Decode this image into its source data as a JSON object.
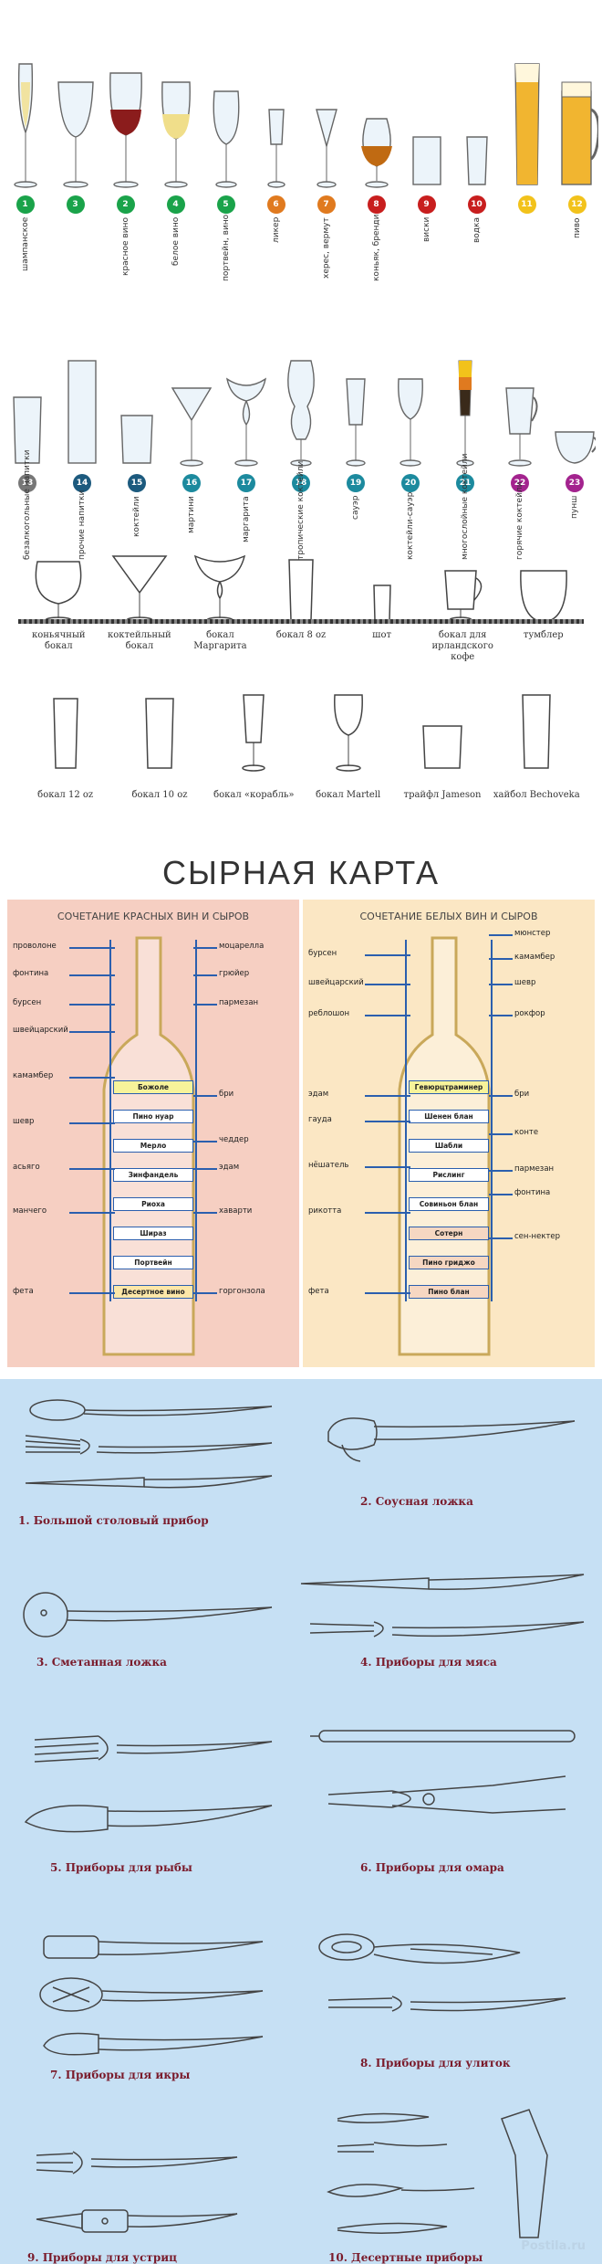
{
  "glasses_row1": [
    {
      "n": "1",
      "label": "шампанское",
      "color": "#1aa34a",
      "shape": "flute"
    },
    {
      "n": "3",
      "label": "",
      "color": "#1aa34a",
      "shape": "bowl-wide"
    },
    {
      "n": "2",
      "label": "красное вино",
      "color": "#1aa34a",
      "shape": "bordeaux"
    },
    {
      "n": "4",
      "label": "белое вино",
      "color": "#1aa34a",
      "shape": "white"
    },
    {
      "n": "5",
      "label": "портвейн, вино",
      "color": "#1aa34a",
      "shape": "tulip"
    },
    {
      "n": "6",
      "label": "ликер",
      "color": "#e07a1f",
      "shape": "cordial"
    },
    {
      "n": "7",
      "label": "херес, вермут",
      "color": "#e07a1f",
      "shape": "sherry"
    },
    {
      "n": "8",
      "label": "коньяк, бренди",
      "color": "#c81e1e",
      "shape": "snifter"
    },
    {
      "n": "9",
      "label": "виски",
      "color": "#c81e1e",
      "shape": "rocks"
    },
    {
      "n": "10",
      "label": "водка",
      "color": "#c81e1e",
      "shape": "shot"
    },
    {
      "n": "11",
      "label": "",
      "color": "#f2c21b",
      "shape": "beer"
    },
    {
      "n": "12",
      "label": "пиво",
      "color": "#f2c21b",
      "shape": "mug"
    }
  ],
  "glasses_row2": [
    {
      "n": "13",
      "label": "безалкогольные напитки",
      "color": "#777777",
      "shape": "tumbler"
    },
    {
      "n": "14",
      "label": "прочие напитки",
      "color": "#1c5a7e",
      "shape": "highball"
    },
    {
      "n": "15",
      "label": "коктейли",
      "color": "#1c5a7e",
      "shape": "oldfashion"
    },
    {
      "n": "16",
      "label": "мартини",
      "color": "#1c8a9e",
      "shape": "martini"
    },
    {
      "n": "17",
      "label": "маргарита",
      "color": "#1c8a9e",
      "shape": "margarita"
    },
    {
      "n": "18",
      "label": "тропические коктейли",
      "color": "#1c8a9e",
      "shape": "hurricane"
    },
    {
      "n": "19",
      "label": "сауэр",
      "color": "#1c8a9e",
      "shape": "sour"
    },
    {
      "n": "20",
      "label": "коктейли-сауэр",
      "color": "#1c8a9e",
      "shape": "pousse"
    },
    {
      "n": "21",
      "label": "многослойные коктейли",
      "color": "#1c8a9e",
      "shape": "layer"
    },
    {
      "n": "22",
      "label": "горячие коктейли",
      "color": "#a3238e",
      "shape": "irish"
    },
    {
      "n": "23",
      "label": "пунш",
      "color": "#a3238e",
      "shape": "punch"
    }
  ],
  "sketch_row1": [
    "коньячный бокал",
    "коктейльный бокал",
    "бокал Маргарита",
    "бокал 8 oz",
    "шот",
    "бокал для ирландского кофе",
    "тумблер"
  ],
  "sketch_row2": [
    "бокал 12 oz",
    "бокал 10 oz",
    "бокал «корабль»",
    "бокал Martell",
    "трайфл Jameson",
    "хайбол Bechoveka"
  ],
  "cheese": {
    "title": "СЫРНАЯ КАРТА",
    "red": {
      "title": "СОЧЕТАНИЕ КРАСНЫХ ВИН И СЫРОВ",
      "left": [
        "проволоне",
        "фонтина",
        "бурсен",
        "швейцарский",
        "камамбер",
        "шевр",
        "асьяго",
        "манчего",
        "фета"
      ],
      "right": [
        "моцарелла",
        "грюйер",
        "пармезан",
        "бри",
        "чеддер",
        "эдам",
        "хаварти",
        "горгонзола"
      ],
      "wines": [
        "Божоле",
        "Пино нуар",
        "Мерло",
        "Зинфандель",
        "Риоха",
        "Шираз",
        "Портвейн",
        "Десертное вино"
      ]
    },
    "white": {
      "title": "СОЧЕТАНИЕ БЕЛЫХ ВИН И СЫРОВ",
      "left": [
        "бурсен",
        "швейцарский",
        "реблошон",
        "эдам",
        "гауда",
        "нёшатель",
        "рикотта",
        "фета"
      ],
      "right": [
        "мюнстер",
        "камамбер",
        "шевр",
        "рокфор",
        "бри",
        "конте",
        "пармезан",
        "фонтина",
        "сен-нектер"
      ],
      "wines": [
        "Гевюрцтраминер",
        "Шенен блан",
        "Шабли",
        "Рислинг",
        "Совиньон блан",
        "Сотерн",
        "Пино гриджо",
        "Пино блан"
      ]
    }
  },
  "cutlery": [
    "1. Большой столовый прибор",
    "2. Соусная ложка",
    "3. Сметанная ложка",
    "4. Приборы для мяса",
    "5. Приборы для рыбы",
    "6. Приборы для омара",
    "7. Приборы для икры",
    "8. Приборы для улиток",
    "9. Приборы для устриц",
    "10. Десертные приборы"
  ],
  "watermark": "Postila.ru"
}
